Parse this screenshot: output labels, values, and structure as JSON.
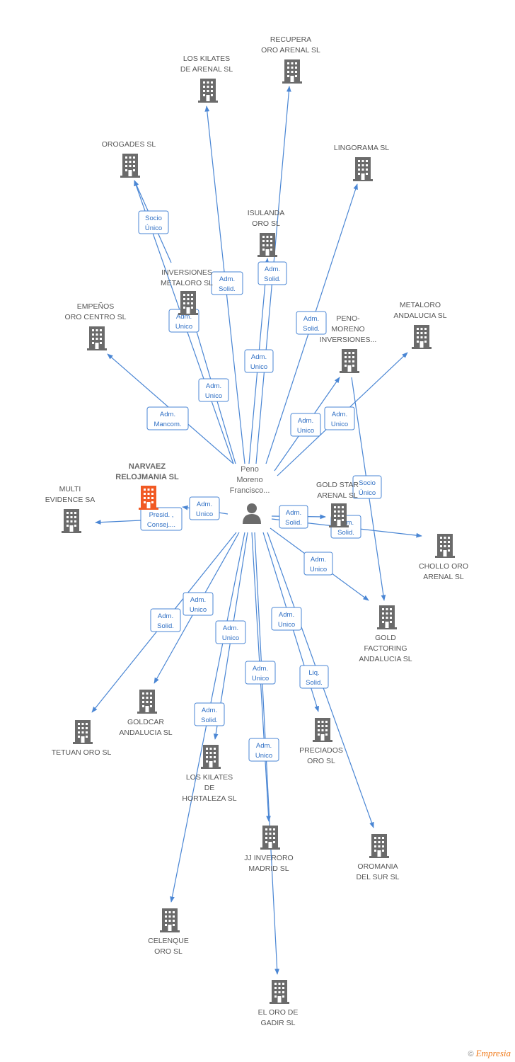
{
  "center": {
    "label_lines": [
      "Peno",
      "Moreno",
      "Francisco..."
    ]
  },
  "colors": {
    "edge": "#4a86d4",
    "building": "#6b6b6b",
    "focus_building": "#f15a24"
  },
  "nodes": [
    {
      "id": "los-kilates-arenal",
      "label_lines": [
        "LOS KILATES",
        "DE ARENAL SL"
      ]
    },
    {
      "id": "recupera-oro-arenal",
      "label_lines": [
        "RECUPERA",
        "ORO ARENAL SL"
      ]
    },
    {
      "id": "orogades",
      "label_lines": [
        "OROGADES SL"
      ]
    },
    {
      "id": "lingorama",
      "label_lines": [
        "LINGORAMA SL"
      ]
    },
    {
      "id": "isulanda-oro",
      "label_lines": [
        "ISULANDA",
        "ORO SL"
      ]
    },
    {
      "id": "inversiones-metaloro",
      "label_lines": [
        "INVERSIONES",
        "METALORO SL"
      ]
    },
    {
      "id": "empenos-oro-centro",
      "label_lines": [
        "EMPEÑOS",
        "ORO CENTRO SL"
      ]
    },
    {
      "id": "peno-moreno-inversiones",
      "label_lines": [
        "PENO-",
        "MORENO",
        "INVERSIONES..."
      ]
    },
    {
      "id": "metaloro-andalucia",
      "label_lines": [
        "METALORO",
        "ANDALUCIA SL"
      ]
    },
    {
      "id": "narvaez-relojmania",
      "label_lines": [
        "NARVAEZ",
        "RELOJMANIA SL"
      ],
      "focus": true
    },
    {
      "id": "multi-evidence",
      "label_lines": [
        "MULTI",
        "EVIDENCE SA"
      ]
    },
    {
      "id": "gold-star-arenal",
      "label_lines": [
        "GOLD STAR",
        "ARENAL SL"
      ]
    },
    {
      "id": "chollo-oro-arenal",
      "label_lines": [
        "CHOLLO ORO",
        "ARENAL SL"
      ]
    },
    {
      "id": "gold-factoring-andalucia",
      "label_lines": [
        "GOLD",
        "FACTORING",
        "ANDALUCIA SL"
      ]
    },
    {
      "id": "goldcar-andalucia",
      "label_lines": [
        "GOLDCAR",
        "ANDALUCIA SL"
      ]
    },
    {
      "id": "tetuan-oro",
      "label_lines": [
        "TETUAN ORO SL"
      ]
    },
    {
      "id": "los-kilates-hortaleza",
      "label_lines": [
        "LOS KILATES",
        "DE",
        "HORTALEZA SL"
      ]
    },
    {
      "id": "preciados-oro",
      "label_lines": [
        "PRECIADOS",
        "ORO  SL"
      ]
    },
    {
      "id": "jj-inveroro-madrid",
      "label_lines": [
        "JJ INVERORO",
        "MADRID SL"
      ]
    },
    {
      "id": "oromania-del-sur",
      "label_lines": [
        "OROMANIA",
        "DEL SUR SL"
      ]
    },
    {
      "id": "celenque-oro",
      "label_lines": [
        "CELENQUE",
        "ORO SL"
      ]
    },
    {
      "id": "el-oro-de-gadir",
      "label_lines": [
        "EL ORO DE",
        "GADIR SL"
      ]
    }
  ],
  "edges": [
    {
      "to": "los-kilates-arenal",
      "label_lines": [
        "Adm.",
        "Solid."
      ]
    },
    {
      "to": "recupera-oro-arenal",
      "label_lines": [
        "Adm.",
        "Solid."
      ]
    },
    {
      "to": "orogades",
      "label_lines": [
        "Socio",
        "Único"
      ]
    },
    {
      "to": "orogades",
      "label_lines": [
        "Adm.",
        "Unico"
      ]
    },
    {
      "to": "lingorama",
      "label_lines": [
        "Adm.",
        "Solid."
      ]
    },
    {
      "to": "isulanda-oro",
      "label_lines": [
        "Adm.",
        "Unico"
      ]
    },
    {
      "to": "inversiones-metaloro",
      "label_lines": [
        "Adm.",
        "Unico"
      ]
    },
    {
      "to": "empenos-oro-centro",
      "label_lines": [
        "Adm.",
        "Mancom."
      ]
    },
    {
      "to": "peno-moreno-inversiones",
      "label_lines": [
        "Adm.",
        "Unico"
      ]
    },
    {
      "to": "metaloro-andalucia",
      "label_lines": [
        "Adm.",
        "Unico"
      ]
    },
    {
      "to": "narvaez-relojmania",
      "label_lines": [
        "Adm.",
        "Unico"
      ]
    },
    {
      "to": "multi-evidence",
      "label_lines": [
        "Presid. ,",
        "Consej...."
      ]
    },
    {
      "to": "gold-star-arenal",
      "label_lines": [
        "Adm.",
        "Solid."
      ]
    },
    {
      "to": "chollo-oro-arenal",
      "label_lines": [
        "Adm.",
        "Solid."
      ]
    },
    {
      "to": "gold-factoring-andalucia",
      "label_lines": [
        "Adm.",
        "Unico"
      ]
    },
    {
      "to": "gold-factoring-andalucia",
      "label_lines": [
        "Socio",
        "Único"
      ]
    },
    {
      "to": "goldcar-andalucia",
      "label_lines": [
        "Adm.",
        "Unico"
      ]
    },
    {
      "to": "tetuan-oro",
      "label_lines": [
        "Adm.",
        "Solid."
      ]
    },
    {
      "to": "los-kilates-hortaleza",
      "label_lines": [
        "Adm.",
        "Unico"
      ]
    },
    {
      "to": "preciados-oro",
      "label_lines": [
        "Adm.",
        "Unico"
      ]
    },
    {
      "to": "jj-inveroro-madrid",
      "label_lines": [
        "Adm.",
        "Unico"
      ]
    },
    {
      "to": "oromania-del-sur",
      "label_lines": [
        "Liq.",
        "Solid."
      ]
    },
    {
      "to": "celenque-oro",
      "label_lines": [
        "Adm.",
        "Solid."
      ]
    },
    {
      "to": "el-oro-de-gadir",
      "label_lines": [
        "Adm.",
        "Unico"
      ]
    }
  ],
  "footer": {
    "copyright": "©",
    "brand": "Empresia"
  }
}
